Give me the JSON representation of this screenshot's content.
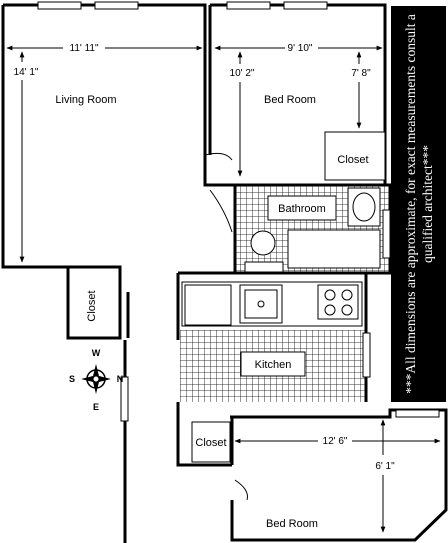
{
  "rooms": {
    "living_room": "Living Room",
    "bed_room_1": "Bed Room",
    "bathroom": "Bathroom",
    "closet_1": "Closet",
    "closet_2": "Closet",
    "closet_3": "Closet",
    "kitchen": "Kitchen",
    "bed_room_2": "Bed Room"
  },
  "dimensions": {
    "living_width": "11' 11\"",
    "living_height": "14' 1\"",
    "bed1_width": "9' 10\"",
    "bed1_left_height": "10' 2\"",
    "bed1_right_height": "7' 8\"",
    "bed2_width": "12' 6\"",
    "bed2_height": "6' 1\""
  },
  "compass": {
    "north": "N",
    "south": "S",
    "east": "E",
    "west": "W"
  },
  "disclaimer": "***All dimensions are approximate, for exact measurements consult a qualified architect***"
}
